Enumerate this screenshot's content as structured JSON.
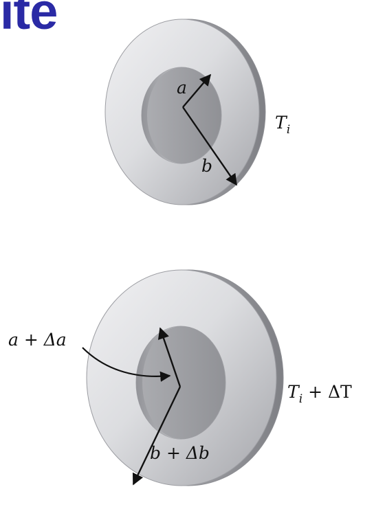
{
  "header": {
    "title_fragment": "ite"
  },
  "colors": {
    "title": "#2a2aa5",
    "ring_face_light": "#eaeaec",
    "ring_face_dark": "#a4a5aa",
    "ring_edge": "#8d8e93",
    "arrow": "#111111"
  },
  "top_washer": {
    "inner_radius_label": "a",
    "outer_radius_label": "b",
    "temperature_label_main": "T",
    "temperature_label_sub": "i"
  },
  "bottom_washer": {
    "inner_radius_label": "a + Δa",
    "outer_radius_label": "b + Δb",
    "temperature_label_main": "T",
    "temperature_label_sub": "i",
    "temperature_label_rest": " + ΔT"
  }
}
